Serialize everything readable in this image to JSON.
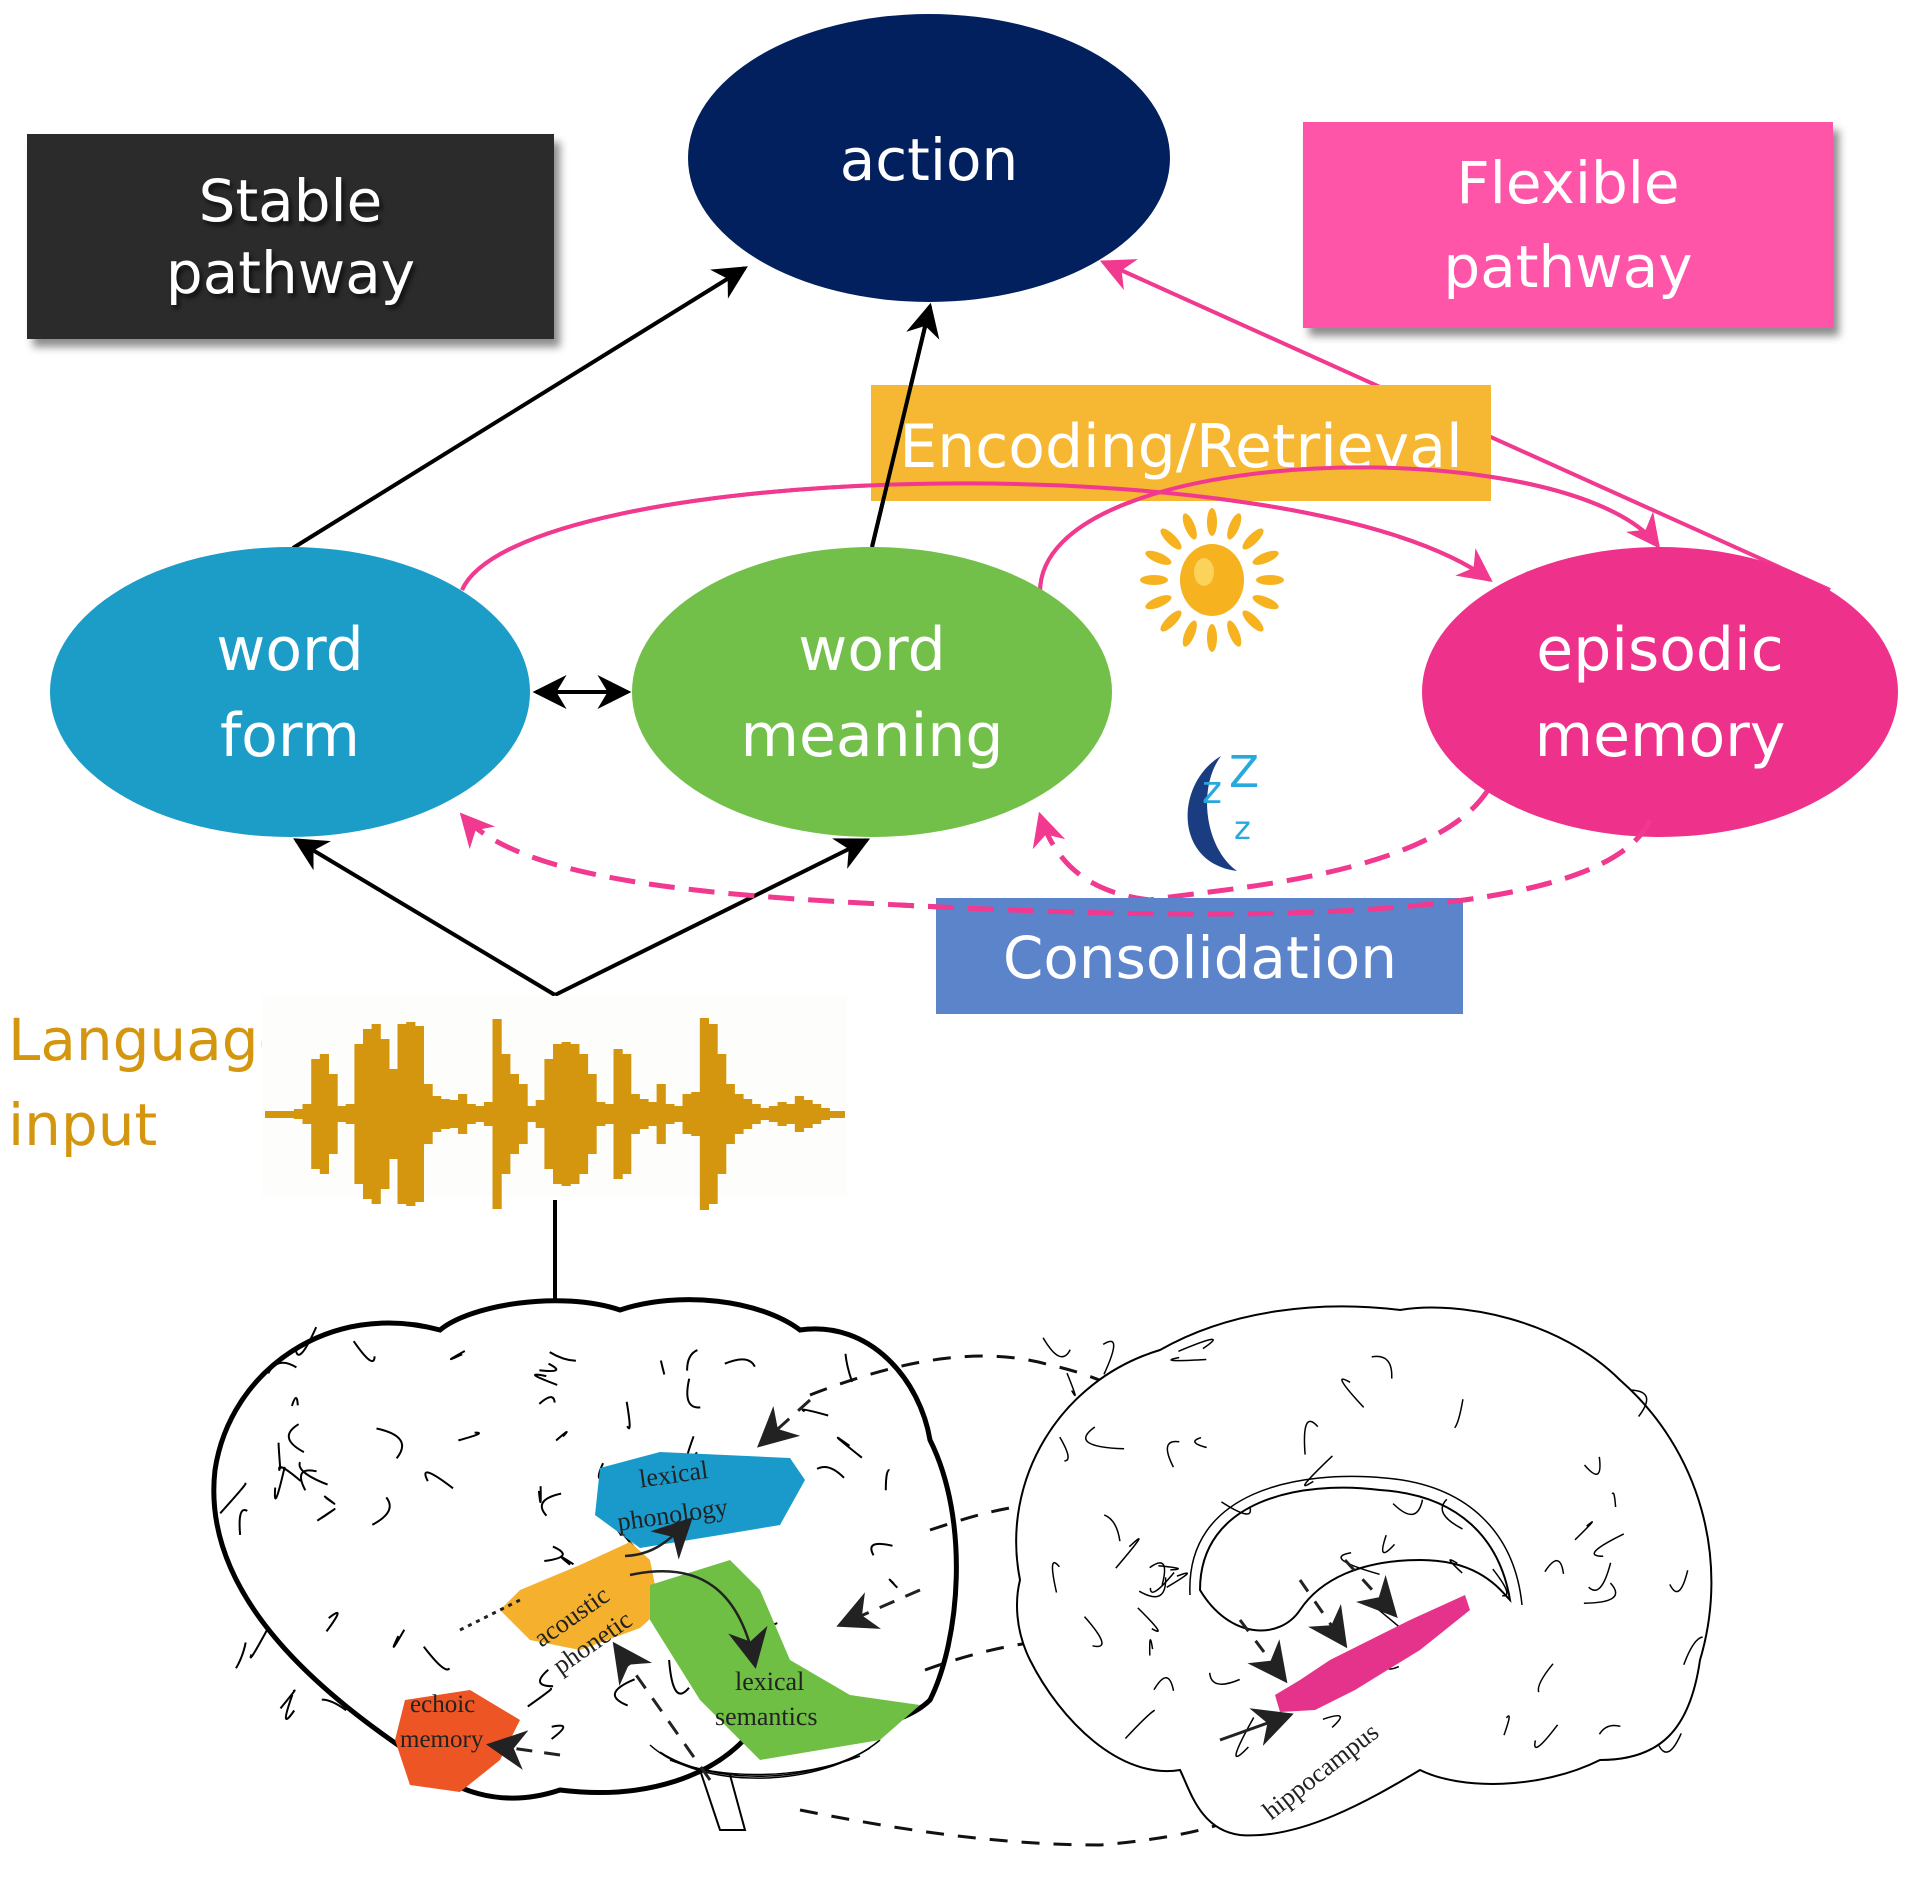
{
  "legend": {
    "stable": {
      "lines": [
        "Stable",
        "pathway"
      ],
      "color": "#2b2b2b"
    },
    "flexible": {
      "lines": [
        "Flexible",
        "pathway"
      ],
      "color": "#ff55a8"
    }
  },
  "nodes": {
    "action": {
      "label": "action",
      "color": "#03205e"
    },
    "word_form": {
      "lines": [
        "word",
        "form"
      ],
      "color": "#1b9dc8"
    },
    "word_meaning": {
      "lines": [
        "word",
        "meaning"
      ],
      "color": "#72bf4a"
    },
    "episodic_memory": {
      "lines": [
        "episodic",
        "memory"
      ],
      "color": "#ee318a"
    }
  },
  "process_labels": {
    "encoding_retrieval": {
      "label": "Encoding/Retrieval",
      "color": "#f6b733"
    },
    "consolidation": {
      "label": "Consolidation",
      "color": "#5b84cb"
    }
  },
  "icons": {
    "sun": "sun-icon",
    "sleep": "moon-zzz-icon",
    "sleep_letters": [
      "z",
      "Z",
      "z"
    ]
  },
  "input": {
    "lines": [
      "Language",
      "input"
    ],
    "color": "#d4960f"
  },
  "brain_regions": {
    "lexical_phonology": {
      "lines": [
        "lexical",
        "phonology"
      ],
      "color": "#1a9acb"
    },
    "acoustic_phonetic": {
      "lines": [
        "acoustic",
        "phonetic"
      ],
      "color": "#f5b02e"
    },
    "lexical_semantics": {
      "lines": [
        "lexical",
        "semantics"
      ],
      "color": "#6fbf45"
    },
    "echoic_memory": {
      "lines": [
        "echoic",
        "memory"
      ],
      "color": "#ee5525"
    },
    "hippocampus": {
      "label": "hippocampus",
      "color": "#e5328a"
    }
  },
  "colors": {
    "stable_arrow": "#000000",
    "flexible_arrow": "#f0398f"
  }
}
